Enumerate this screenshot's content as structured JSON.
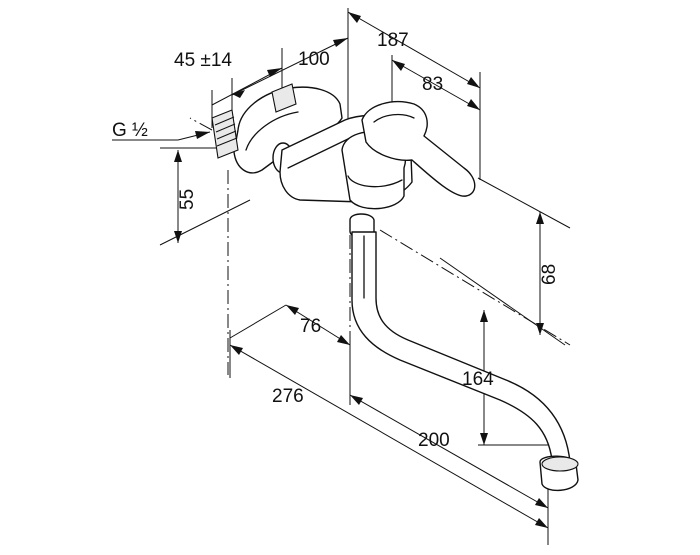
{
  "dimensions": {
    "d_187": "187",
    "d_83": "83",
    "d_45": "45 ±14",
    "d_100": "100",
    "d_g": "G ½",
    "d_55": "55",
    "d_68": "68",
    "d_76": "76",
    "d_164": "164",
    "d_276": "276",
    "d_200": "200"
  },
  "components": [
    "wall-mount-plate",
    "threaded-connector",
    "mixer-body",
    "lever-handle",
    "swivel-spout",
    "aerator"
  ]
}
